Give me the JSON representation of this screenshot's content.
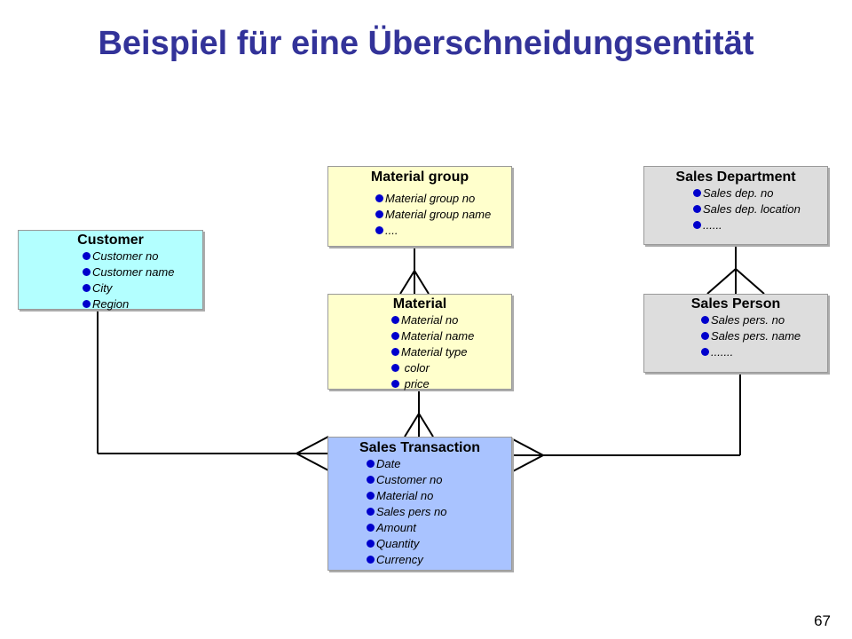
{
  "title": "Beispiel für eine Überschneidungsentität",
  "page_number": "67",
  "colors": {
    "title": "#333399",
    "bullet": "#0000cc",
    "entity_yellow": "#ffffcc",
    "entity_cyan": "#b3ffff",
    "entity_gray": "#dddddd",
    "entity_blue": "#a9c3ff"
  },
  "entities": {
    "customer": {
      "name": "Customer",
      "attributes": [
        "Customer no",
        "Customer name",
        "City",
        "Region"
      ]
    },
    "material_group": {
      "name": "Material group",
      "attributes": [
        "Material group no",
        "Material group name",
        "...."
      ]
    },
    "material": {
      "name": "Material",
      "attributes": [
        "Material no",
        "Material name",
        "Material type",
        " color",
        " price"
      ]
    },
    "sales_department": {
      "name": "Sales Department",
      "attributes": [
        "Sales dep. no",
        "Sales dep. location",
        "......"
      ]
    },
    "sales_person": {
      "name": "Sales Person",
      "attributes": [
        "Sales pers. no",
        "Sales pers. name",
        "......."
      ]
    },
    "sales_transaction": {
      "name": "Sales Transaction",
      "attributes": [
        "Date",
        "Customer no",
        "Material no",
        "Sales pers no",
        "Amount",
        "Quantity",
        "Currency"
      ]
    }
  }
}
